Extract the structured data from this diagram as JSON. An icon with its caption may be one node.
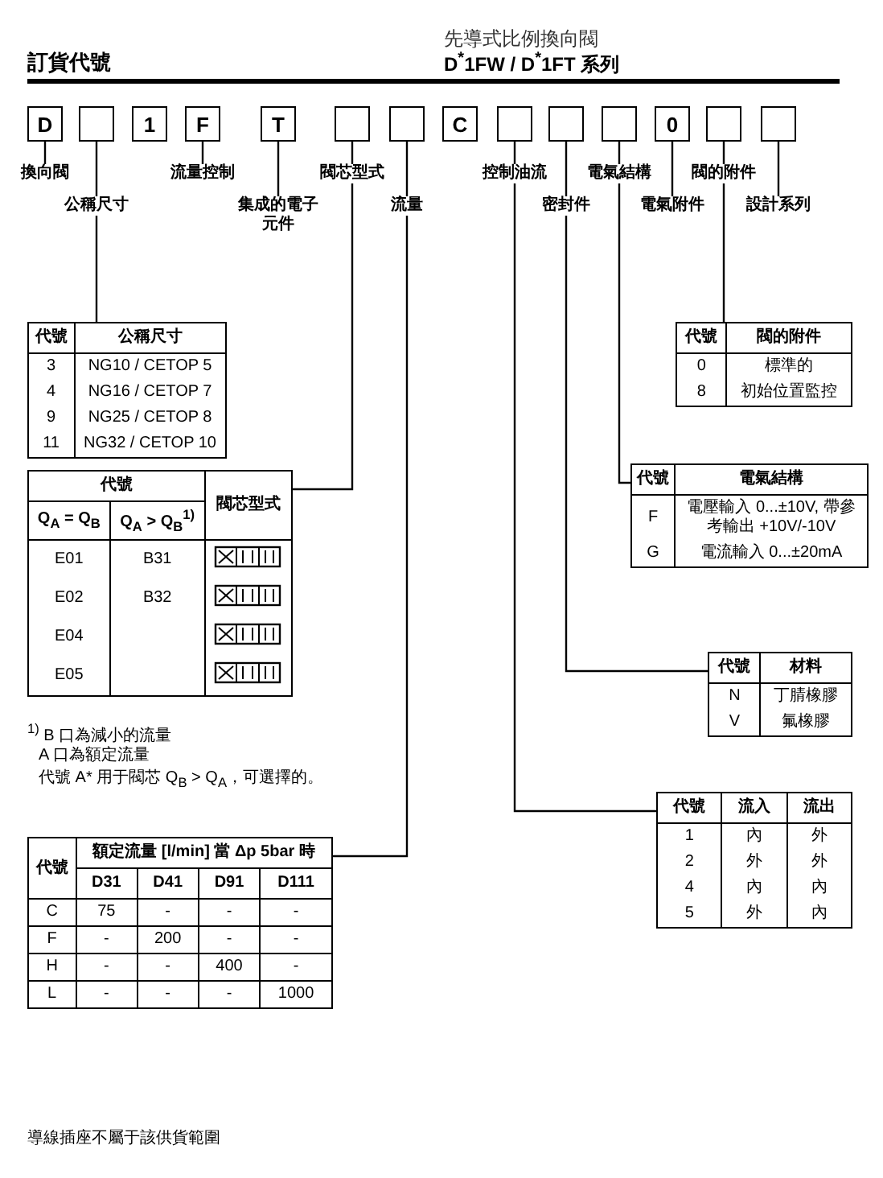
{
  "diagram": {
    "title": "訂貨代號",
    "nodes": [
      {
        "text": [
          "D"
        ]
      },
      {
        "text": [],
        "shape": "box"
      },
      {
        "text": [
          "1"
        ]
      },
      {
        "text": [
          "F"
        ]
      },
      {
        "text": [
          "T"
        ]
      },
      {
        "text": [],
        "shape": "box"
      },
      {
        "text": [],
        "shape": "box"
      },
      {
        "text": [
          "C"
        ]
      },
      {
        "text": [],
        "shape": "box"
      },
      {
        "text": [],
        "shape": "box"
      },
      {
        "text": [],
        "shape": "box"
      },
      {
        "text": [
          "0"
        ]
      },
      {
        "text": [],
        "shape": "box"
      },
      {
        "text": [],
        "shape": "box"
      },
      {
        "text": [
          "換向閥"
        ]
      },
      {
        "text": [
          "公稱尺寸"
        ]
      },
      {
        "text": [
          "流量控制"
        ]
      },
      {
        "text": [
          "集成的電子元件"
        ]
      },
      {
        "text": [
          "閥芯型式"
        ]
      },
      {
        "text": [
          "流量"
        ]
      },
      {
        "text": [
          "控制油流"
        ]
      },
      {
        "text": [
          "密封件"
        ]
      },
      {
        "text": [
          "電氣結構"
        ]
      },
      {
        "text": [
          "電氣附件"
        ]
      },
      {
        "text": [
          "閥的附件"
        ]
      },
      {
        "text": [
          "設計系列"
        ]
      },
      {
        "text": [
          "代號",
          "公稱尺寸",
          "3",
          "NG10 / CETOP 5",
          "4",
          "NG16 / CETOP 7",
          "9",
          "NG25 / CETOP 8",
          "11",
          "NG32 / CETOP 10"
        ]
      },
      {
        "text": [
          "代號",
          "閥芯型式",
          "Q$_{A}$ = Q$_{B}$",
          "Q$_{A}$ > Q$_{B}$$^{1)}$",
          "E01",
          "B31",
          "E02",
          "B32",
          "E04",
          "E05"
        ]
      },
      {
        "text": [
          "代號",
          "閥的附件",
          "0",
          "標準的",
          "8",
          "初始位置監控"
        ]
      },
      {
        "text": [
          "代號",
          "電氣結構",
          "F",
          "電壓輸入 0...±10V, 帶參考輸出 +10V/-10V",
          "G",
          "電流輸入 0...±20mA"
        ]
      },
      {
        "text": [
          "代號",
          "材料",
          "N",
          "丁腈橡膠",
          "V",
          "氟橡膠"
        ]
      },
      {
        "text": [
          "代號",
          "流入",
          "流出",
          "1",
          "內",
          "外",
          "2",
          "外",
          "外",
          "4",
          "內",
          "內",
          "5",
          "外",
          "內"
        ]
      },
      {
        "text": [
          "代號",
          "額定流量 [l/min] 當 Δp 5bar 時",
          "D31",
          "D41",
          "D91",
          "D111",
          "C",
          "75",
          "-",
          "-",
          "-",
          "F",
          "-",
          "200",
          "-",
          "-",
          "H",
          "-",
          "-",
          "400",
          "-",
          "L",
          "-",
          "-",
          "-",
          "1000"
        ]
      }
    ],
    "edges": [
      {
        "from": 0,
        "to": 14,
        "arrow": "none"
      },
      {
        "from": 1,
        "to": 15,
        "arrow": "none"
      },
      {
        "from": 3,
        "to": 16,
        "arrow": "none"
      },
      {
        "from": 4,
        "to": 17,
        "arrow": "none"
      },
      {
        "from": 5,
        "to": 18,
        "arrow": "none"
      },
      {
        "from": 6,
        "to": 19,
        "arrow": "none"
      },
      {
        "from": 8,
        "to": 20,
        "arrow": "none"
      },
      {
        "from": 9,
        "to": 21,
        "arrow": "none"
      },
      {
        "from": 10,
        "to": 22,
        "arrow": "none"
      },
      {
        "from": 11,
        "to": 23,
        "arrow": "none"
      },
      {
        "from": 12,
        "to": 24,
        "arrow": "none"
      },
      {
        "from": 13,
        "to": 25,
        "arrow": "none"
      },
      {
        "from": 15,
        "to": 26,
        "arrow": "none"
      },
      {
        "from": 18,
        "to": 27,
        "arrow": "none"
      },
      {
        "from": 24,
        "to": 28,
        "arrow": "none"
      },
      {
        "from": 22,
        "to": 29,
        "arrow": "none"
      },
      {
        "from": 21,
        "to": 30,
        "arrow": "none"
      },
      {
        "from": 20,
        "to": 31,
        "arrow": "none"
      },
      {
        "from": 19,
        "to": 32,
        "arrow": "none"
      }
    ],
    "labels": [
      "先導式比例換向閥",
      "D$^{*}$1FW / D$^{*}$1FT 系列",
      "$^{1)}$ B 口為減小的流量",
      "A 口為額定流量",
      "代號 A* 用于閥芯 Q$_{B}$ > Q$_{A}$，可選擇的。",
      "導線插座不屬于該供貨範圍"
    ]
  }
}
